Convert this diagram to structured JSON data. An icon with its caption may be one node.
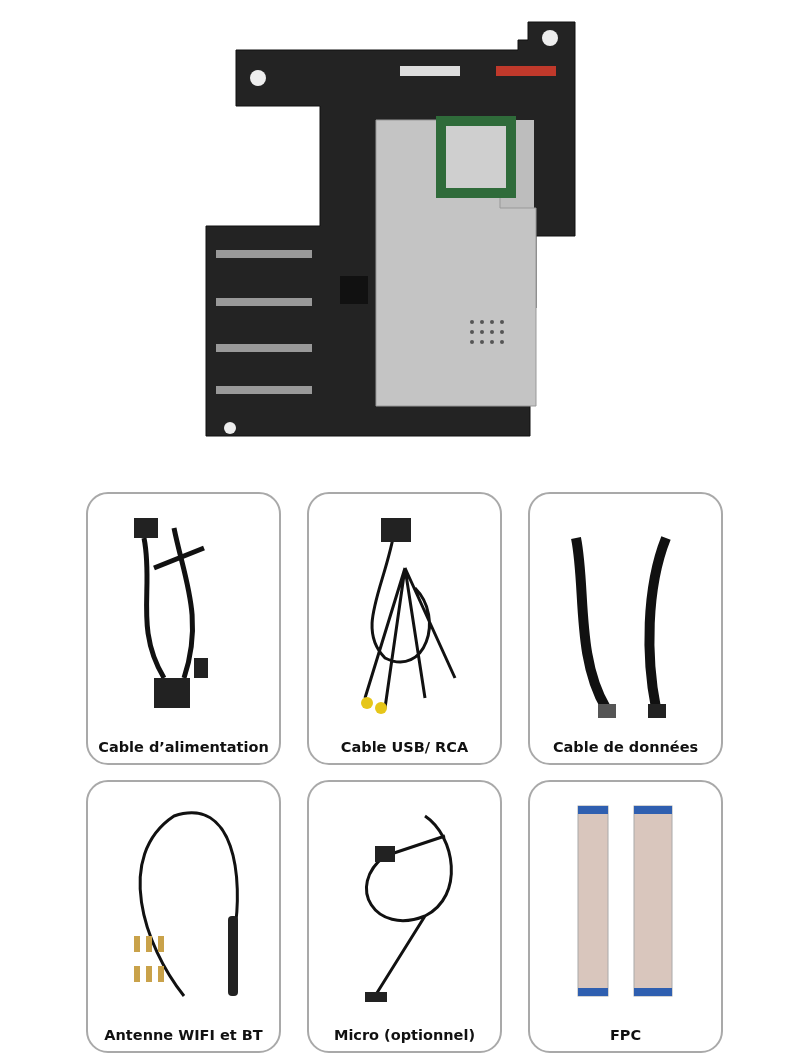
{
  "diagram": {
    "nodes": [
      {
        "text": [
          "Cable d’alimentation"
        ]
      },
      {
        "text": [
          "Cable USB/ RCA"
        ]
      },
      {
        "text": [
          "Cable de données"
        ]
      },
      {
        "text": [
          "Antenne WIFI et BT"
        ]
      },
      {
        "text": [
          "Micro (optionnel)"
        ]
      },
      {
        "text": [
          "FPC"
        ]
      }
    ]
  }
}
